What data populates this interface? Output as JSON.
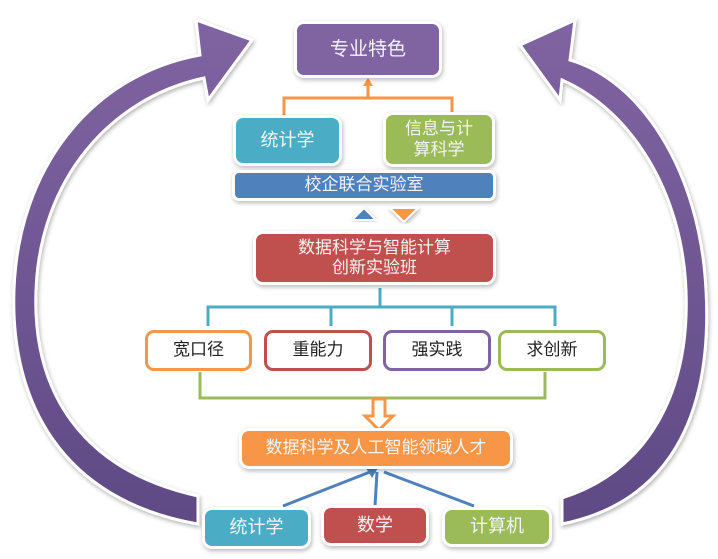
{
  "title": "专业特色",
  "majors": [
    {
      "label": "统计学",
      "color": "#4bacc6"
    },
    {
      "label": "信息与计\n算科学",
      "color": "#9bbb59"
    }
  ],
  "lab": {
    "label": "校企联合实验室",
    "color": "#4f81bd"
  },
  "innovation_class": {
    "label": "数据科学与智能计算\n创新实验班",
    "color": "#c0504d"
  },
  "principles": [
    {
      "label": "宽口径",
      "color": "#f79646"
    },
    {
      "label": "重能力",
      "color": "#c0504d"
    },
    {
      "label": "强实践",
      "color": "#8064a2"
    },
    {
      "label": "求创新",
      "color": "#9bbb59"
    }
  ],
  "talent": {
    "label": "数据科学及人工智能领域人才",
    "color": "#f79646"
  },
  "foundations": [
    {
      "label": "统计学",
      "color": "#4bacc6"
    },
    {
      "label": "数学",
      "color": "#c0504d"
    },
    {
      "label": "计算机",
      "color": "#9bbb59"
    }
  ],
  "colors": {
    "cycle_arrow": "#7a5fa0",
    "connector_top": "#f79646",
    "connector_mid": "#4bacc6",
    "connector_bottom": "#9bbb59",
    "feed_arrow": "#4f81bd",
    "up_triangle": "#4f81bd",
    "down_triangle": "#f79646"
  }
}
